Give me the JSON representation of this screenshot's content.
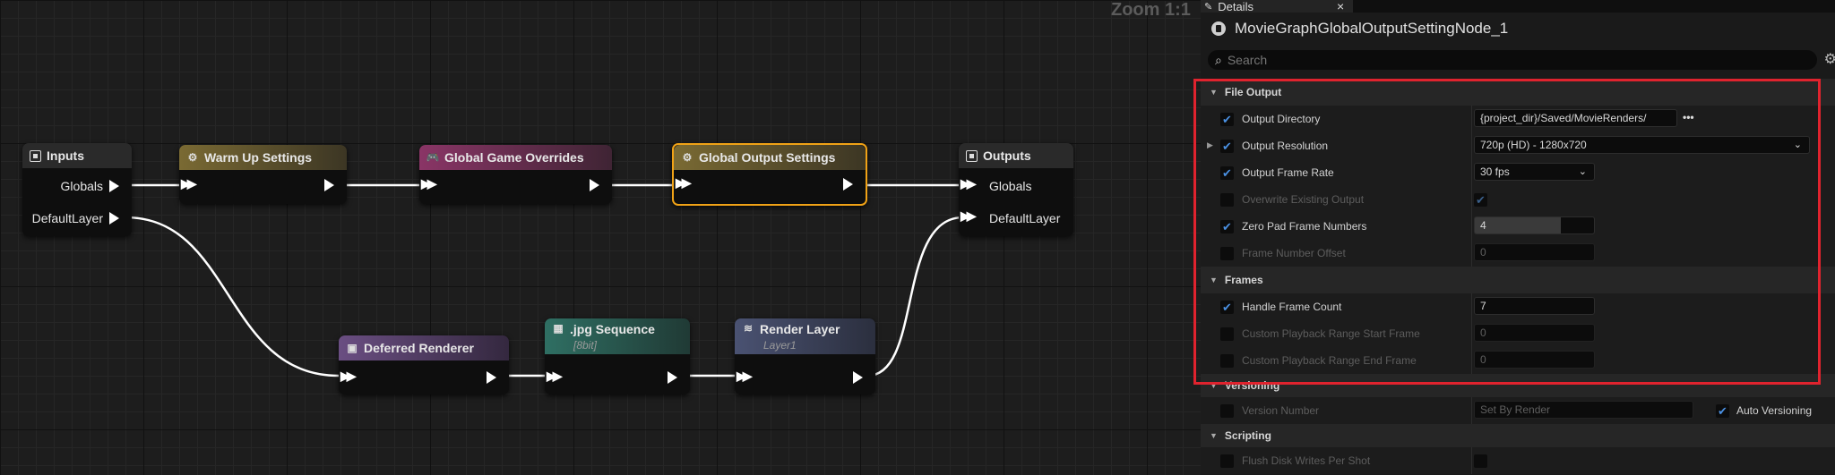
{
  "zoom_label": "Zoom 1:1",
  "graph": {
    "nodes": {
      "inputs": {
        "title": "Inputs",
        "pins": [
          "Globals",
          "DefaultLayer"
        ]
      },
      "warmup": {
        "title": "Warm Up Settings"
      },
      "game_overrides": {
        "title": "Global Game Overrides"
      },
      "output_settings": {
        "title": "Global Output Settings"
      },
      "outputs": {
        "title": "Outputs",
        "pins": [
          "Globals",
          "DefaultLayer"
        ]
      },
      "deferred": {
        "title": "Deferred Renderer"
      },
      "jpg": {
        "title": ".jpg Sequence",
        "subtitle": "[8bit]"
      },
      "render_layer": {
        "title": "Render Layer",
        "subtitle": "Layer1"
      }
    },
    "colors": {
      "warmup": "#7a6a33",
      "game_overrides": "#8a3566",
      "output_settings": "#7a6a33",
      "selected_border": "#f0a216",
      "deferred": "#6a4e82",
      "jpg": "#2f6f63",
      "render_layer": "#4a5272"
    }
  },
  "details": {
    "tab_label": "Details",
    "close_glyph": "×",
    "node_name": "MovieGraphGlobalOutputSettingNode_1",
    "search_placeholder": "Search",
    "sections": {
      "file_output": {
        "title": "File Output",
        "rows": {
          "output_directory": {
            "label": "Output Directory",
            "checked": true,
            "value": "{project_dir}/Saved/MovieRenders/"
          },
          "output_resolution": {
            "label": "Output Resolution",
            "checked": true,
            "value": "720p (HD) - 1280x720"
          },
          "output_frame_rate": {
            "label": "Output Frame Rate",
            "checked": true,
            "value": "30 fps"
          },
          "overwrite": {
            "label": "Overwrite Existing Output",
            "checked": false
          },
          "zero_pad": {
            "label": "Zero Pad Frame Numbers",
            "checked": true,
            "value": "4"
          },
          "frame_offset": {
            "label": "Frame Number Offset",
            "checked": false,
            "value": "0"
          }
        }
      },
      "frames": {
        "title": "Frames",
        "rows": {
          "handle_count": {
            "label": "Handle Frame Count",
            "checked": true,
            "value": "7"
          },
          "custom_start": {
            "label": "Custom Playback Range Start Frame",
            "checked": false,
            "value": "0"
          },
          "custom_end": {
            "label": "Custom Playback Range End Frame",
            "checked": false,
            "value": "0"
          }
        }
      },
      "versioning": {
        "title": "Versioning",
        "rows": {
          "version_number": {
            "label": "Version Number",
            "checked": false,
            "value": "Set By Render",
            "auto_label": "Auto Versioning"
          }
        }
      },
      "scripting": {
        "title": "Scripting",
        "rows": {
          "flush": {
            "label": "Flush Disk Writes Per Shot",
            "checked": false
          }
        }
      }
    },
    "highlight_color": "#e0232e"
  }
}
